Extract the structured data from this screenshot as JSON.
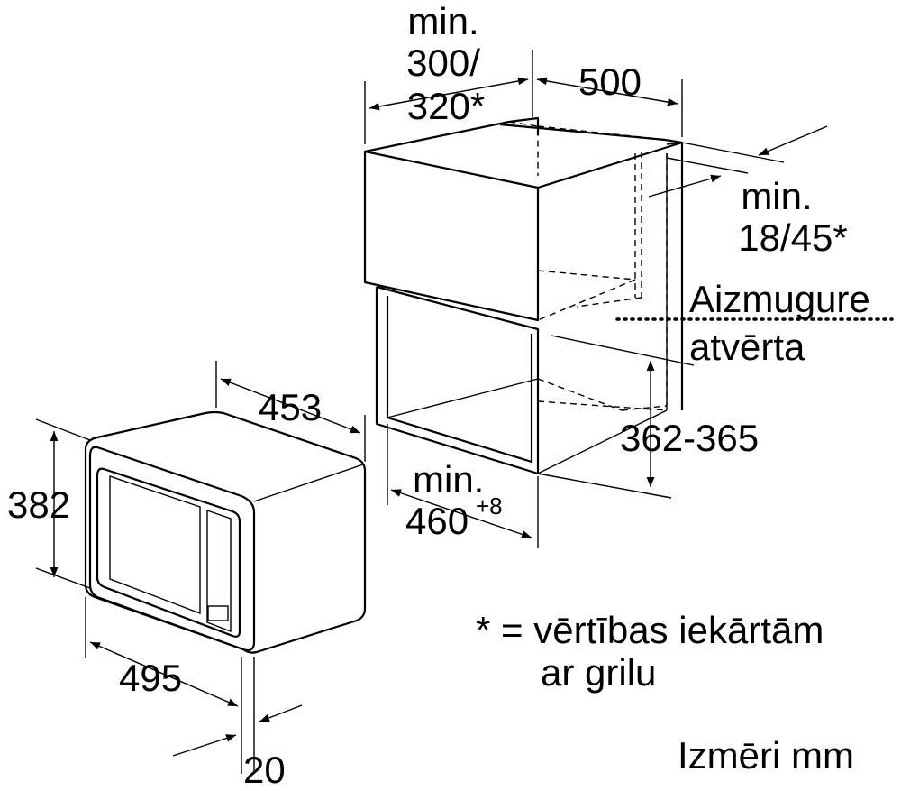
{
  "cabinet": {
    "depth_label_line1": "min.",
    "depth_label_line2": "300/",
    "depth_label_line3": "320*",
    "width_label": "500",
    "side_label_line1": "min.",
    "side_label_line2": "18/45*",
    "rear_label_line1": "Aizmugure",
    "rear_label_line2": "atvērta",
    "niche_height_label": "362-365",
    "niche_width_label_line1": "min.",
    "niche_width_label_line2": "460",
    "niche_width_superscript": "+8"
  },
  "microwave": {
    "depth_label": "453",
    "height_label": "382",
    "width_label": "495",
    "frame_label": "20"
  },
  "notes": {
    "legend_line1": "* = vērtības iekārtām",
    "legend_line2": "ar grilu",
    "units": "Izmēri mm"
  }
}
